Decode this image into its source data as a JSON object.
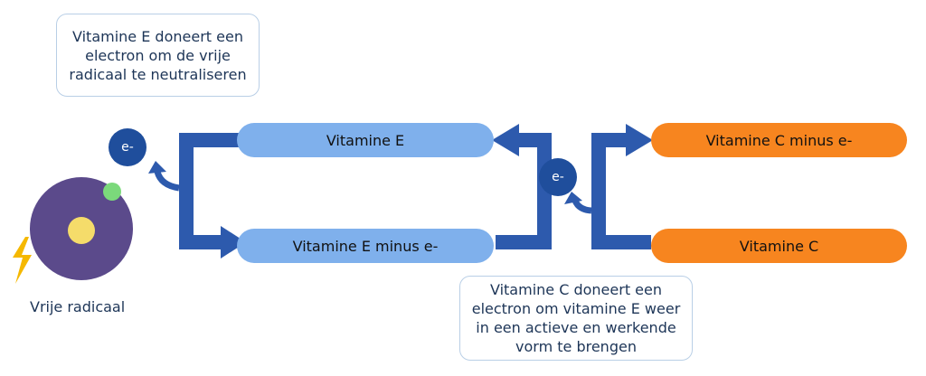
{
  "notes": {
    "top": [
      "Vitamine E doneert een",
      "electron om de vrije",
      "radicaal te neutraliseren"
    ],
    "bottom": [
      "Vitamine C doneert een",
      "electron om vitamine E weer",
      "in een actieve en werkende",
      "vorm te brengen"
    ]
  },
  "pills": {
    "vitamin_e": "Vitamine E",
    "vitamin_e_minus": "Vitamine E minus e-",
    "vitamin_c_minus": "Vitamine C minus e-",
    "vitamin_c": "Vitamine C"
  },
  "electron_label": "e-",
  "radical_label": "Vrije radicaal",
  "colors": {
    "arrow": "#2d5aad",
    "pill_blue": "#7fb0ec",
    "pill_orange": "#f7851f",
    "electron": "#1f4e9c",
    "radical_body": "#5b4a8b",
    "radical_core": "#f5dc6a",
    "radical_dot": "#7bd97b",
    "lightning": "#f5b800"
  },
  "icons": [
    "lightning-icon",
    "free-radical-icon"
  ]
}
